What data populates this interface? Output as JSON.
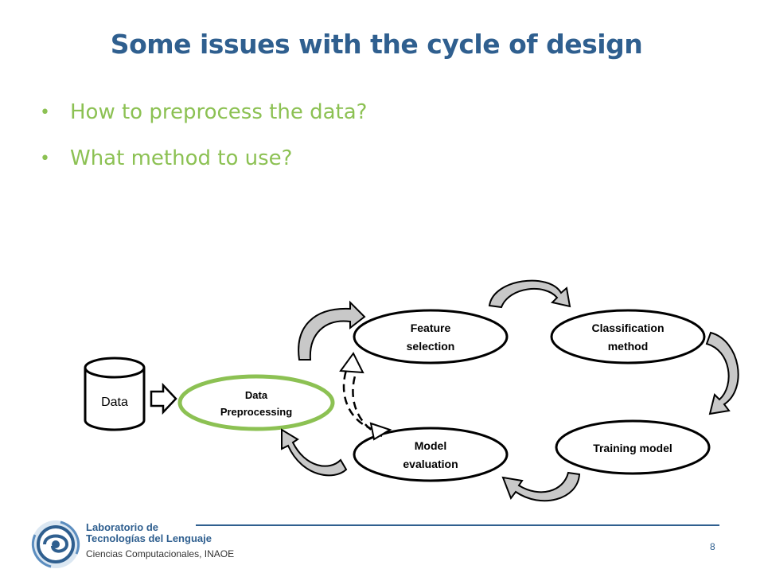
{
  "slide": {
    "title": "Some issues with the cycle of design",
    "bullets": [
      "How to preprocess the data?",
      "What method to use?"
    ],
    "page_number": "8"
  },
  "diagram": {
    "nodes": {
      "data": "Data",
      "preprocessing": [
        "Data",
        "Preprocessing"
      ],
      "feature_selection": [
        "Feature",
        "selection"
      ],
      "classification_method": [
        "Classification",
        "method"
      ],
      "training_model": "Training model",
      "model_evaluation": [
        "Model",
        "evaluation"
      ]
    }
  },
  "footer": {
    "lab_name": [
      "Laboratorio de",
      "Tecnologías del Lenguaje"
    ],
    "institution": "Ciencias Computacionales, INAOE",
    "logo_icon": "lab-logo-icon"
  },
  "colors": {
    "title": "#2f5f8f",
    "bullet": "#8cc153",
    "preprocessing_border": "#8cc153",
    "arrow_fill": "#c8c8c8"
  }
}
